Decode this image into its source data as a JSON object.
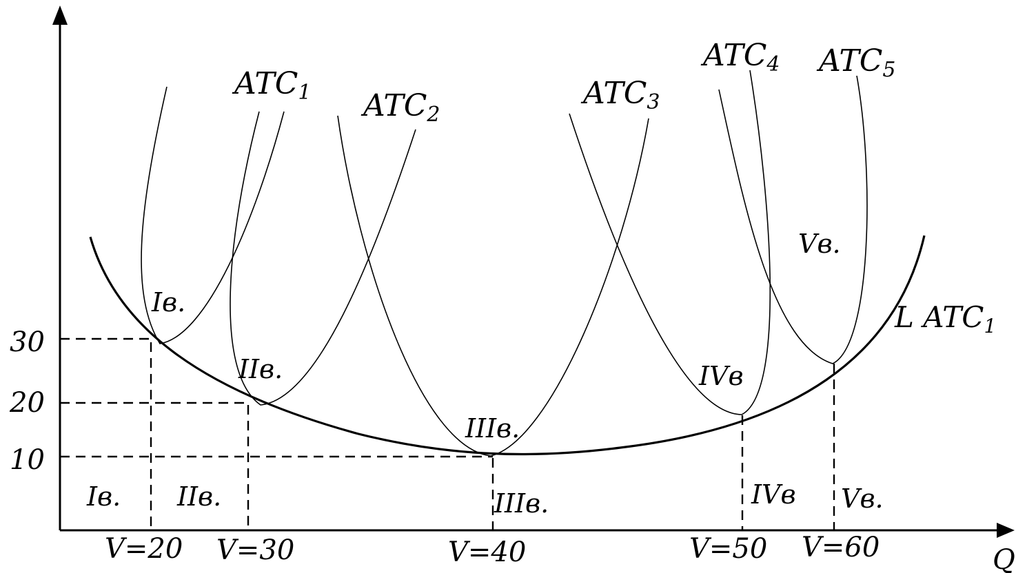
{
  "axes": {
    "y_label": "",
    "x_label": "Q"
  },
  "y_ticks": [
    "30",
    "20",
    "10"
  ],
  "x_ticks": [
    "V=20",
    "V=30",
    "V=40",
    "V=50",
    "V=60"
  ],
  "curve_labels": {
    "atc1": {
      "base": "ATC",
      "sub": "1"
    },
    "atc2": {
      "base": "ATC",
      "sub": "2"
    },
    "atc3": {
      "base": "ATC",
      "sub": "3"
    },
    "atc4": {
      "base": "ATC",
      "sub": "4"
    },
    "atc5": {
      "base": "ATC",
      "sub": "5"
    },
    "latc": {
      "base": "L ATC",
      "sub": "1"
    }
  },
  "tangent_labels": [
    "Iв.",
    "IIв.",
    "IIIв.",
    "IVв",
    "Vв."
  ],
  "zone_labels": [
    "Iв.",
    "IIв.",
    "IIIв.",
    "IVв",
    "Vв."
  ]
}
